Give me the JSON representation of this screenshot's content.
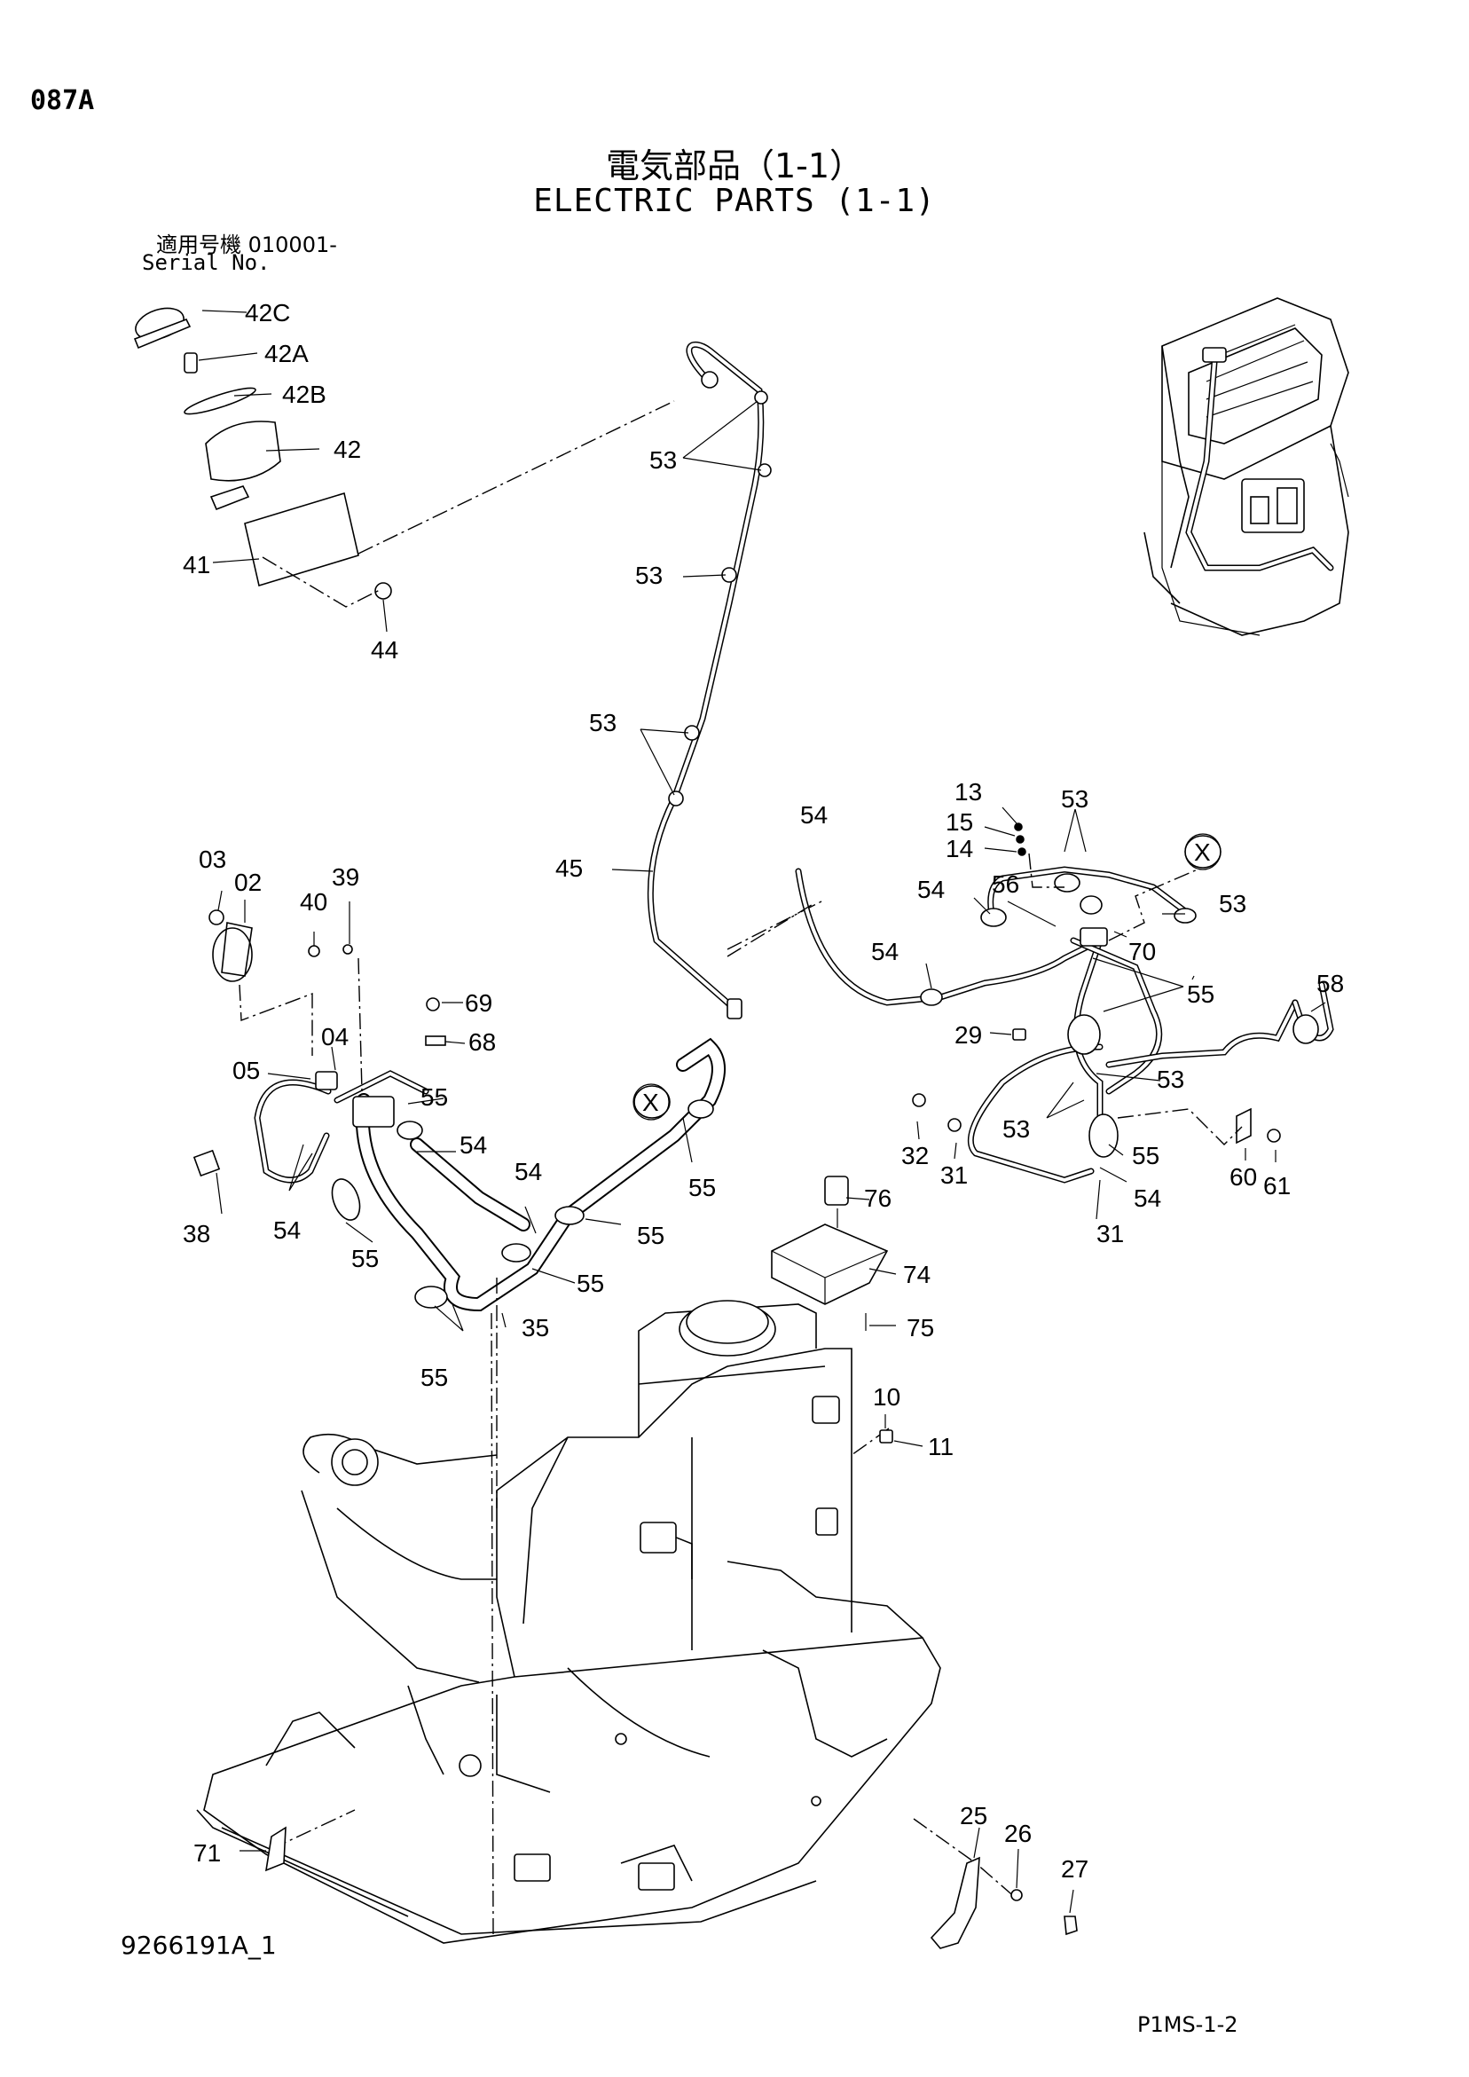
{
  "header": {
    "page_id": "087A",
    "title_jp": "電気部品（1-1）",
    "title_en": "ELECTRIC PARTS (1-1)",
    "serial_jp": "適用号機  010001-",
    "serial_en": "Serial No."
  },
  "footer": {
    "drawing_no": "9266191A_1",
    "page_ref": "P1MS-1-2"
  },
  "callouts": [
    "42C",
    "42A",
    "42B",
    "42",
    "41",
    "44",
    "53",
    "53",
    "53",
    "45",
    "54",
    "13",
    "15",
    "14",
    "53",
    "X",
    "54",
    "56",
    "53",
    "70",
    "54",
    "55",
    "58",
    "03",
    "02",
    "39",
    "40",
    "69",
    "68",
    "04",
    "05",
    "55",
    "54",
    "X",
    "55",
    "29",
    "53",
    "53",
    "55",
    "32",
    "31",
    "54",
    "31",
    "60",
    "61",
    "38",
    "54",
    "55",
    "54",
    "55",
    "76",
    "55",
    "74",
    "35",
    "55",
    "75",
    "10",
    "11",
    "71",
    "25",
    "26",
    "27"
  ]
}
